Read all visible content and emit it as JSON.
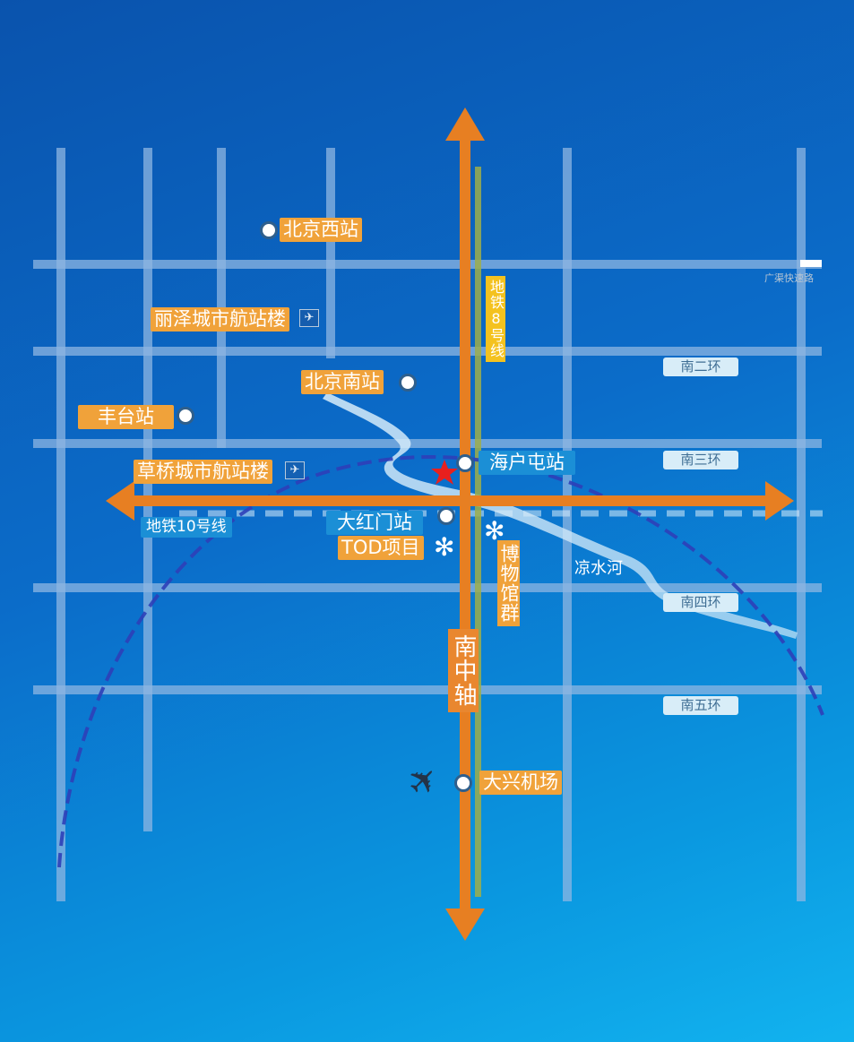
{
  "roads": {
    "guangqu_expressway": "广渠快速路",
    "south_2nd_ring": "南二环",
    "south_3rd_ring": "南三环",
    "south_4th_ring": "南四环",
    "south_5th_ring": "南五环"
  },
  "axis": {
    "south_central_axis": "南中轴"
  },
  "metro": {
    "line8": "地铁8号线",
    "line10": "地铁10号线"
  },
  "river": {
    "liangshui_river": "凉水河"
  },
  "stations": {
    "beijing_west": "北京西站",
    "lize_terminal": "丽泽城市航站楼",
    "beijing_south": "北京南站",
    "fengtai": "丰台站",
    "haihutun": "海户屯站",
    "caoqiao_terminal": "草桥城市航站楼",
    "dahongmen": "大红门站",
    "daxing_airport": "大兴机场"
  },
  "projects": {
    "tod": "TOD项目",
    "museum_cluster": "博物馆群"
  },
  "icons": {
    "terminal_glyph": "✈",
    "airplane_glyph": "✈",
    "asterisk_glyph": "✻"
  },
  "colors": {
    "axis": "#e77f22",
    "label_orange": "#f0a23a",
    "metro8": "#f4c21f",
    "metro10": "#1b8fd6",
    "project_marker": "#e8201e"
  }
}
